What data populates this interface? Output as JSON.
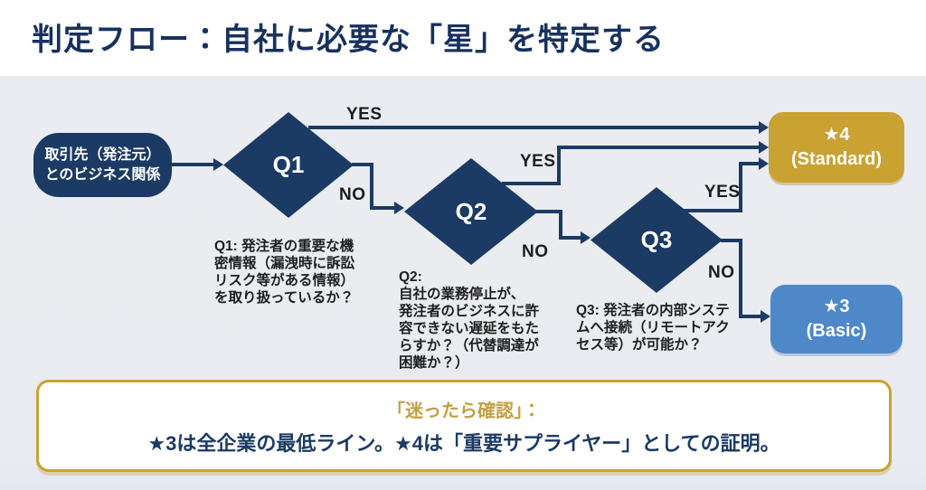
{
  "header": {
    "title": "判定フロー：自社に必要な「星」を特定する"
  },
  "flow": {
    "start": {
      "label": "取引先（発注元）\nとのビジネス関係"
    },
    "branch_labels": {
      "yes": "YES",
      "no": "NO"
    },
    "nodes": [
      {
        "label": "Q1",
        "question": "Q1: 発注者の重要な機\n密情報（漏洩時に訴訟\nリスク等がある情報）\nを取り扱っているか？"
      },
      {
        "label": "Q2",
        "question": "Q2:\n自社の業務停止が、\n発注者のビジネスに許\n容できない遅延をもた\nらすか？（代替調達が\n困難か？）"
      },
      {
        "label": "Q3",
        "question": "Q3: 発注者の内部システ\nムへ接続（リモートアク\nセス等）が可能か？"
      }
    ],
    "outcomes": [
      {
        "line1": "★4",
        "line2": "(Standard)",
        "color": "#c9a232"
      },
      {
        "line1": "★3",
        "line2": "(Basic)",
        "color": "#4e88c9"
      }
    ]
  },
  "note": {
    "line1": "「迷ったら確認」：",
    "line2": "★3は全企業の最低ライン。★4は「重要サプライヤー」としての証明。"
  },
  "colors": {
    "navy": "#1b3a64",
    "title_navy": "#17315f",
    "gold": "#c9a232",
    "note_gold_text": "#c2a042",
    "basic_blue": "#4e88c9",
    "background_gray": "#eaecf1"
  }
}
